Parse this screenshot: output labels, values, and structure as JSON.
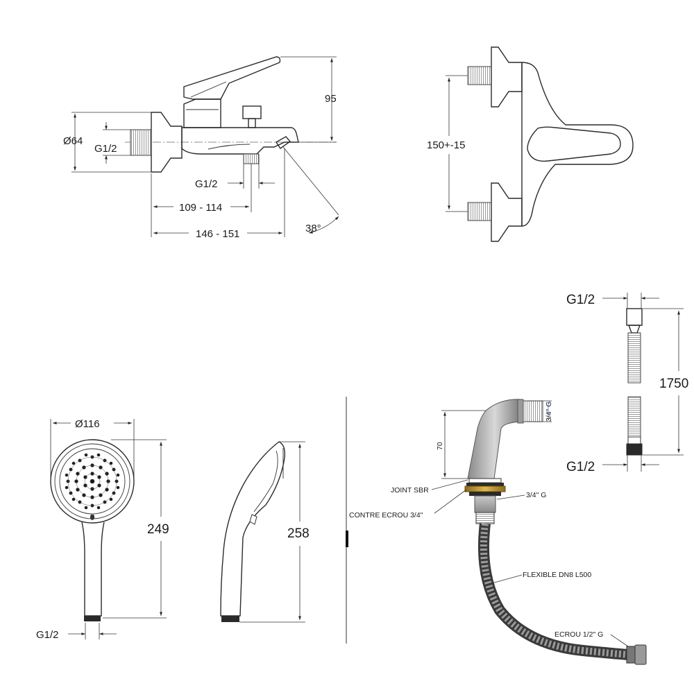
{
  "mixer_side_view": {
    "dim_height": "95",
    "dim_diameter": "Ø64",
    "dim_inlet_thread": "G1/2",
    "dim_outlet_thread": "G1/2",
    "dim_inlet_to_outlet": "109 - 114",
    "dim_overall_length": "146 - 151",
    "dim_spout_angle": "38°"
  },
  "mixer_top_view": {
    "dim_center_distance": "150+-15"
  },
  "hose": {
    "dim_top_thread": "G1/2",
    "dim_length": "1750",
    "dim_bottom_thread": "G1/2"
  },
  "hand_shower_front": {
    "dim_head_diameter": "Ø116",
    "dim_height": "249",
    "dim_thread": "G1/2"
  },
  "hand_shower_side": {
    "dim_height": "258"
  },
  "deck_diverter": {
    "dim_height": "70",
    "dim_top_thread": "3/4\" G",
    "label_seal": "JOINT SBR",
    "label_lock_nut": "CONTRE ECROU 3/4\"",
    "label_thread": "3/4\" G",
    "label_flexible": "FLEXIBLE DN8 L500",
    "label_nut": "ECROU 1/2\" G"
  }
}
